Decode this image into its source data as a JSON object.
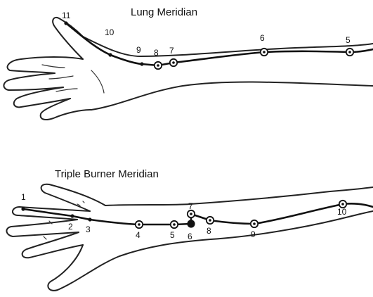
{
  "lung": {
    "title": "Lung Meridian",
    "points": [
      {
        "label": "11",
        "style": "dot"
      },
      {
        "label": "10",
        "style": "dot"
      },
      {
        "label": "9",
        "style": "dot"
      },
      {
        "label": "8",
        "style": "circle"
      },
      {
        "label": "7",
        "style": "circle"
      },
      {
        "label": "6",
        "style": "circle"
      },
      {
        "label": "5",
        "style": "circle"
      }
    ]
  },
  "triple_burner": {
    "title": "Triple Burner Meridian",
    "points": [
      {
        "label": "1",
        "style": "dot"
      },
      {
        "label": "2",
        "style": "dot"
      },
      {
        "label": "3",
        "style": "dot"
      },
      {
        "label": "4",
        "style": "circle"
      },
      {
        "label": "5",
        "style": "circle"
      },
      {
        "label": "6",
        "style": "filled"
      },
      {
        "label": "7",
        "style": "circle"
      },
      {
        "label": "8",
        "style": "circle"
      },
      {
        "label": "9",
        "style": "circle"
      },
      {
        "label": "10",
        "style": "circle"
      }
    ]
  }
}
